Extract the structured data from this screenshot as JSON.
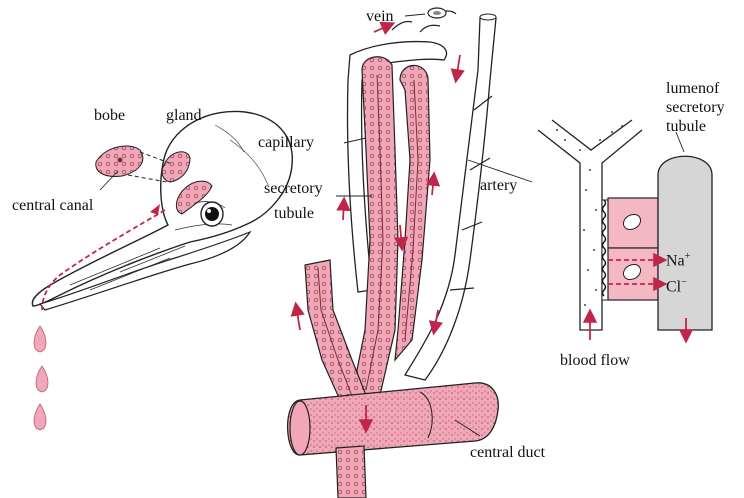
{
  "colors": {
    "tissue_pink": "#f1a7b7",
    "dark_red": "#c0264a",
    "outline": "#222222",
    "lumen_gray": "#d6d6d6",
    "cell_pink": "#f4b8c5"
  },
  "labels": {
    "bobe": "bobe",
    "gland": "gland",
    "central_canal": "central canal",
    "vein": "vein",
    "capillary": "capillary",
    "secretory_tubule_line1": "secretory",
    "secretory_tubule_line2": "tubule",
    "artery": "artery",
    "central_duct": "central duct",
    "lumen_line1": "lumenof",
    "lumen_line2": "secretory",
    "lumen_line3": "tubule",
    "blood_flow": "blood flow",
    "na": "Na",
    "na_sup": "+",
    "cl": "Cl",
    "cl_sup": "−"
  }
}
